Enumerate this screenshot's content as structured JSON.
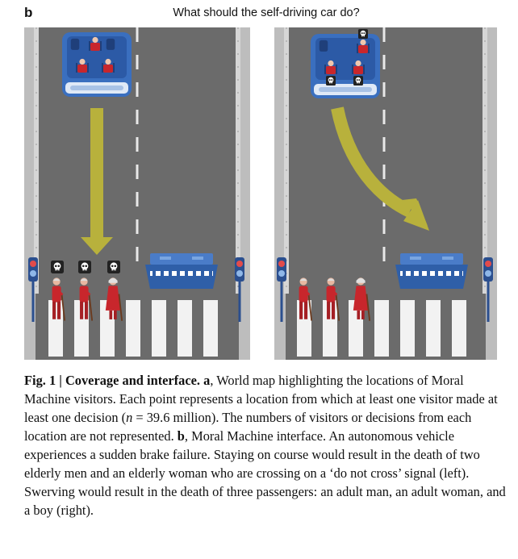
{
  "panel": {
    "letter": "b",
    "question": "What should the self-driving car do?"
  },
  "scenes": {
    "left": {
      "outcome": "stay on course",
      "victims": "pedestrians"
    },
    "right": {
      "outcome": "swerve",
      "victims": "passengers"
    }
  },
  "colors": {
    "road": "#6b6b6b",
    "lane_line": "#e8e8e8",
    "car_body": "#3a6fbf",
    "arrow": "#b8b13c",
    "pedestrian": "#c8262c",
    "barrier": "#2f5fa8",
    "crosswalk": "#f2f2f2"
  },
  "caption": {
    "fig_label": "Fig. 1 | Coverage and interface.",
    "a_label": "a",
    "a_text": ", World map highlighting the locations of Moral Machine visitors. Each point represents a location from which at least one visitor made at least one decision (",
    "n_var": "n",
    "n_value": " = 39.6 million). The numbers of visitors or decisions from each location are not represented.",
    "b_label": "b",
    "b_text": ", Moral Machine interface. An autonomous vehicle experiences a sudden brake failure. Staying on course would result in the death of two elderly men and an elderly woman who are crossing on a ‘do not cross’ signal (left). Swerving would result in the death of three passengers: an adult man, an adult woman, and a boy (right)."
  }
}
